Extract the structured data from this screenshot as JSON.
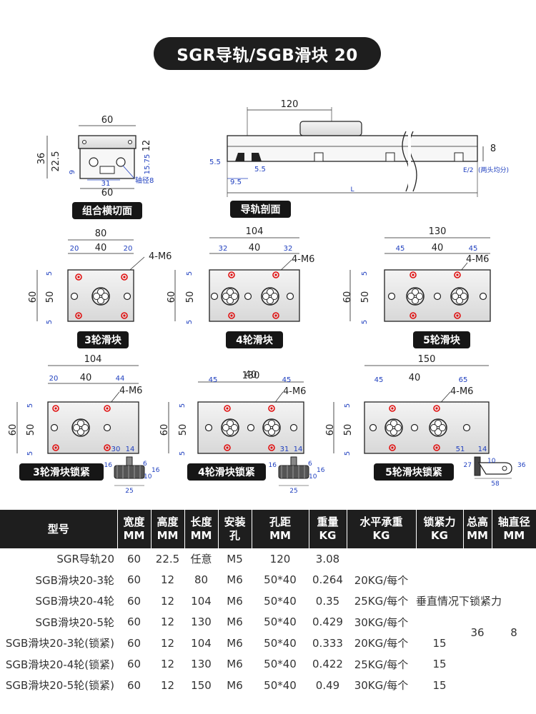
{
  "title": "SGR导轨/SGB滑块  20",
  "labels": {
    "cross_section": "组合横切面",
    "rail_section": "导轨剖面",
    "s3": "3轮滑块",
    "s4": "4轮滑块",
    "s5": "5轮滑块",
    "s3l": "3轮滑块锁紧",
    "s4l": "4轮滑块锁紧",
    "s5l": "5轮滑块锁紧"
  },
  "drawings": {
    "cross": {
      "top": "60",
      "bottom": "60",
      "h36": "36",
      "h22": "22.5",
      "h9": "9",
      "w31": "31",
      "r12": "12",
      "r1575": "15.75",
      "axis": "轴径8"
    },
    "rail": {
      "pitch": "120",
      "h8": "8",
      "d55a": "5.5",
      "d55b": "5.5",
      "d95": "9.5",
      "half": "E/2",
      "note": "(两头均分)",
      "len": "L"
    },
    "m6": "4-M6",
    "s3": {
      "w": "80",
      "a": "20",
      "b": "40",
      "c": "20",
      "h": "60",
      "i": "50",
      "e1": "5",
      "e2": "5"
    },
    "s4": {
      "w": "104",
      "a": "32",
      "b": "40",
      "c": "32",
      "h": "60",
      "i": "50",
      "e1": "5",
      "e2": "5"
    },
    "s5": {
      "w": "130",
      "a": "45",
      "b": "40",
      "c": "45",
      "h": "60",
      "i": "50",
      "e1": "5",
      "e2": "5"
    },
    "s3l": {
      "w": "104",
      "a": "20",
      "b": "40",
      "c": "44",
      "h": "60",
      "i": "50",
      "e1": "5",
      "e2": "5",
      "p": "30",
      "q": "14",
      "k16a": "16",
      "k6": "6",
      "k10": "10",
      "k16b": "16",
      "k25": "25"
    },
    "s4l": {
      "w": "130",
      "a": "45",
      "b": "40",
      "c": "45",
      "h": "60",
      "i": "50",
      "e1": "5",
      "e2": "5",
      "p": "31",
      "q": "14",
      "k16a": "16",
      "k6": "6",
      "k10": "10",
      "k16b": "16",
      "k25": "25"
    },
    "s5l": {
      "w": "150",
      "a": "45",
      "b": "40",
      "c": "65",
      "h": "60",
      "i": "50",
      "e1": "5",
      "e2": "5",
      "p": "51",
      "q": "14",
      "k27": "27",
      "k10": "10",
      "k36": "36",
      "k58": "58"
    }
  },
  "table": {
    "headers": [
      [
        "型号"
      ],
      [
        "宽度",
        "MM"
      ],
      [
        "高度",
        "MM"
      ],
      [
        "长度",
        "MM"
      ],
      [
        "安装",
        "孔"
      ],
      [
        "孔距",
        "MM"
      ],
      [
        "重量",
        "KG"
      ],
      [
        "水平承重",
        "KG"
      ],
      [
        "锁紧力",
        "KG"
      ],
      [
        "总高",
        "MM"
      ],
      [
        "轴直径",
        "MM"
      ]
    ],
    "rows": [
      {
        "model": "SGR导轨20",
        "width": "60",
        "height": "22.5",
        "length": "任意",
        "hole": "M5",
        "pitch": "120",
        "weight": "3.08",
        "load": "",
        "lock": ""
      },
      {
        "model": "SGB滑块20-3轮",
        "width": "60",
        "height": "12",
        "length": "80",
        "hole": "M6",
        "pitch": "50*40",
        "weight": "0.264",
        "load": "20KG/每个",
        "lock": ""
      },
      {
        "model": "SGB滑块20-4轮",
        "width": "60",
        "height": "12",
        "length": "104",
        "hole": "M6",
        "pitch": "50*40",
        "weight": "0.35",
        "load": "25KG/每个",
        "lock": ""
      },
      {
        "model": "SGB滑块20-5轮",
        "width": "60",
        "height": "12",
        "length": "130",
        "hole": "M6",
        "pitch": "50*40",
        "weight": "0.429",
        "load": "30KG/每个",
        "lock": ""
      },
      {
        "model": "SGB滑块20-3轮(锁紧)",
        "width": "60",
        "height": "12",
        "length": "104",
        "hole": "M6",
        "pitch": "50*40",
        "weight": "0.333",
        "load": "20KG/每个",
        "lock": "15"
      },
      {
        "model": "SGB滑块20-4轮(锁紧)",
        "width": "60",
        "height": "12",
        "length": "130",
        "hole": "M6",
        "pitch": "50*40",
        "weight": "0.422",
        "load": "25KG/每个",
        "lock": "15"
      },
      {
        "model": "SGB滑块20-5轮(锁紧)",
        "width": "60",
        "height": "12",
        "length": "150",
        "hole": "M6",
        "pitch": "50*40",
        "weight": "0.49",
        "load": "30KG/每个",
        "lock": "15"
      }
    ],
    "lock_note": "垂直情况下锁紧力",
    "total_height": "36",
    "axis_diameter": "8"
  }
}
